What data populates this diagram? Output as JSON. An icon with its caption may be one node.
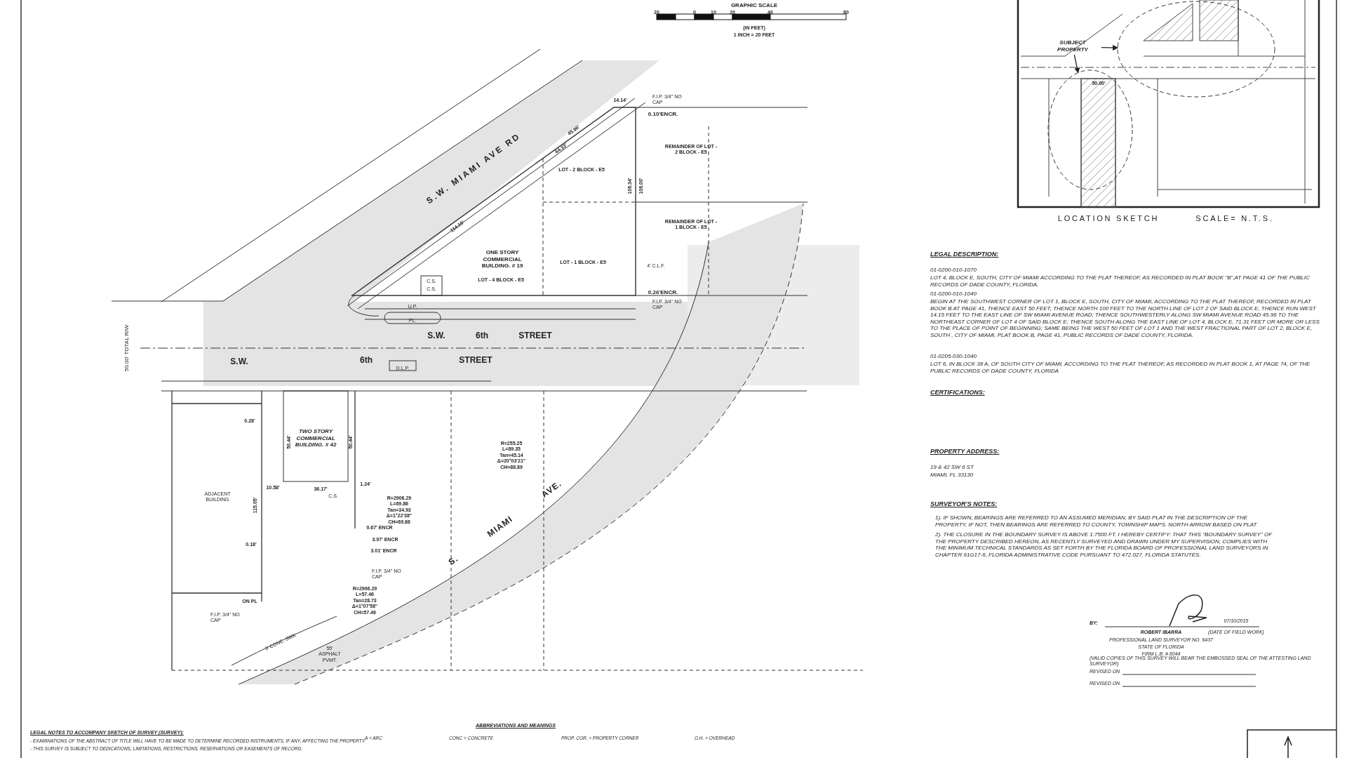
{
  "diagram": {
    "nodes": [
      {
        "text": [
          "SUBJECT PROPERTY"
        ]
      },
      {
        "text": [],
        "shape": "circle"
      },
      {
        "text": [],
        "shape": "circle"
      }
    ],
    "edges": [
      {
        "from": 0,
        "to": 1,
        "arrow": "to"
      },
      {
        "from": 0,
        "to": 2,
        "arrow": "to"
      }
    ],
    "labels": [
      "GRAPHIC SCALE",
      "20",
      "0",
      "10",
      "20",
      "40",
      "80",
      "(IN FEET)",
      "1 INCH = 20 FEET",
      "LOCATION SKETCH",
      "SCALE= N.T.S.",
      "50.00'",
      "0.10'ENCR.",
      "F.I.P. 3/4\" NO CAP",
      "14.14'",
      "S.W. MIAMI AVE RD",
      "45.96'",
      "64.33'",
      "REMAINDER OF LOT - 2 BLOCK - E5",
      "LOT - 2 BLOCK - E5",
      "106.34'",
      "106.00'",
      "REMAINDER OF LOT - 1 BLOCK - E5",
      "114.15'",
      "ONE STORY COMMERCIAL BUILDING. # 19",
      "LOT - 1 BLOCK - E5",
      "4' C.L.F.",
      "LOT - 4 BLOCK - E5",
      "C.S.",
      "C.S.",
      "0.26'ENCR.",
      "F.I.P. 3/4\" NO CAP",
      "U.P.",
      "PL.",
      "S.W. 6th STREET",
      "50.00' TOTAL R/W",
      "S.W.",
      "6th",
      "STREET",
      "D.L.P.",
      "TWO STORY COMMERCIAL BUILDING. # 42",
      "0.28'",
      "50.44'",
      "50.44'",
      "R=255.25 L=89.35 Tan=45.14 Δ=20°03'21\" CH=88.89",
      "ADJACENT BUILDING",
      "10.58'",
      "36.17'",
      "1.24'",
      "C.S.",
      "115.05'",
      "R=2906.29 L=69.86 Tan=34.93 Δ=1°22'38\" CH=69.86",
      "0.67' ENCR",
      "3.97' ENCR",
      "3.01' ENCR",
      "S. MIAMI AVE.",
      "0.18'",
      "F.I.P. 3/4\" NO CAP",
      "ON PL",
      "F.I.P. 3/4\" NO CAP",
      "5' CONC. SWK",
      "R=2906.29 L=57.46 Tan=28.73 Δ=1°07'58\" CH=57.46",
      "55' ASPHALT PVMT.",
      "LEGAL DESCRIPTION:",
      "01-0200-010-1070",
      "LOT 4, BLOCK E, SOUTH, CITY OF MIAMI ACCORDING TO THE PLAT THEREOF, AS RECORDED IN PLAT BOOK \"B\",AT PAGE 41 OF THE PUBLIC RECORDS OF DADE COUNTY, FLORIDA.",
      "01-0200-010-1040",
      "BEGIN AT THE SOUTHWEST CORNER OF LOT 1, BLOCK E, SOUTH, CITY OF MIAMI, ACCORDING TO THE PLAT THEREOF, RECORDED IN PLAT BOOK B AT PAGE 41, THENCE EAST 50 FEET, THENCE NORTH 100 FEET TO THE NORTH LINE OF LOT 2 OF SAID BLOCK E, THENCE RUN WEST 14.15 FEET TO THE EAST LINE OF SW MIAMI AVENUE ROAD; THENCE SOUTHWESTERLY ALONG SW MIAMI AVENUE ROAD 45.96 TO THE NORTHEAST CORNER OF LOT 4 OF SAID BLOCK E; THENCE SOUTH ALONG THE EAST LINE OF LOT 4, BLOCK E, 71.31 FEET OR MORE OR LESS TO THE PLACE OF POINT OF BEGINNING; SAME BEING THE WEST 50 FEET OF LOT 1 AND THE WEST FRACTIONAL PART OF LOT 2, BLOCK E, SOUTH , CITY OF MIAMI, PLAT BOOK B, PAGE 41, PUBLIC RECORDS OF DADE COUNTY, FLORIDA.",
      "01-0205-030-1040",
      "LOT 6, IN BLOCK 38 A, OF SOUTH CITY OF MIAMI, ACCORDING TO THE PLAT THEREOF, AS RECORDED IN PLAT BOOK 1, AT PAGE 74, OF THE PUBLIC RECORDS OF DADE COUNTY, FLORIDA",
      "CERTIFICATIONS:",
      "PROPERTY ADDRESS:",
      "19 & 42 SW 6 ST",
      "MIAMI, FL 33130",
      "SURVEYOR'S NOTES:",
      "1). IF SHOWN, BEARINGS ARE REFERRED TO AN ASSUMED MERIDIAN, BY SAID PLAT IN THE DESCRIPTION OF THE PROPERTY, IF NOT, THEN BEARINGS ARE REFERRED TO COUNTY, TOWNSHIP MAPS. NORTH ARROW BASED ON PLAT",
      "2). THE CLOSURE IN THE BOUNDARY SURVEY IS ABOVE 1:7500 FT. I HEREBY CERTIFY: THAT THIS \"BOUNDARY SURVEY\" OF THE PROPERTY DESCRIBED HEREON, AS RECENTLY SURVEYED AND DRAWN UNDER MY SUPERVISION, COMPLIES WITH THE MINIMUM TECHNICAL STANDARDS AS SET FORTH BY THE FLORIDA BOARD OF PROFESSIONAL LAND SURVEYORS IN CHAPTER 61G17-6, FLORIDA ADMINISTRATIVE CODE PURSUANT TO 472.027, FLORIDA STATUTES.",
      "BY:",
      "07/10/2015",
      "ROBERT IBARRA",
      "(DATE OF FIELD WORK)",
      "PROFESSIONAL LAND SURVEYOR NO. 6437",
      "STATE OF FLORIDA",
      "FIRM L.B. # 6044",
      "(VALID COPIES OF THIS SURVEY WILL BEAR THE EMBOSSED SEAL OF THE ATTESTING LAND SURVEYOR)",
      "REVISED ON",
      "REVISED ON",
      "LEGAL NOTES TO ACCOMPANY SKETCH OF SURVEY (SURVEY):",
      "- EXAMINATIONS OF THE ABSTRACT OF TITLE WILL HAVE TO BE MADE TO DETERMINE RECORDED INSTRUMENTS, IF ANY, AFFECTING THE PROPERTY.",
      "- THIS SURVEY IS SUBJECT TO DEDICATIONS, LIMITATIONS, RESTRICTIONS, RESERVATIONS OR EASEMENTS OF RECORD.",
      "ABBREVIATIONS AND MEANINGS",
      "A = ARC",
      "CONC = CONCRETE",
      "PROP. COR. = PROPERTY CORNER",
      "O.H. = OVERHEAD"
    ]
  }
}
